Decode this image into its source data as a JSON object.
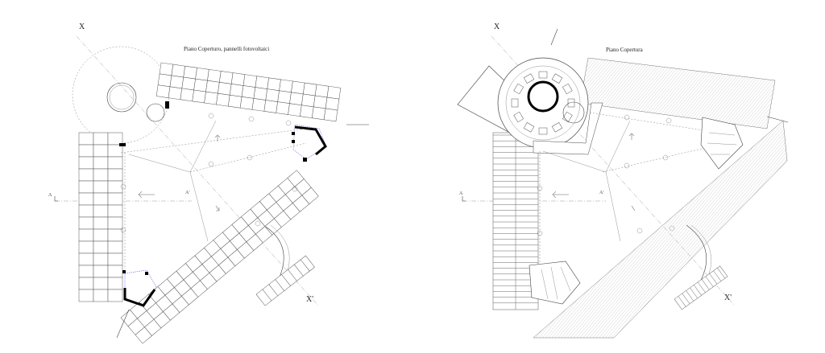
{
  "left_plan": {
    "title": "Piano Coperturo, pannelli fotovoltaici",
    "label_x": "X",
    "label_x_prime": "X'",
    "label_a": "A",
    "label_a_prime": "A'"
  },
  "right_plan": {
    "title": "Piano Copertura",
    "label_x": "X",
    "label_x_prime": "X'",
    "label_a": "A",
    "label_a_prime": "A'"
  },
  "colors": {
    "line": "#444444",
    "heavy": "#000000",
    "stair": "#6a6aff",
    "hatch": "#999999"
  }
}
